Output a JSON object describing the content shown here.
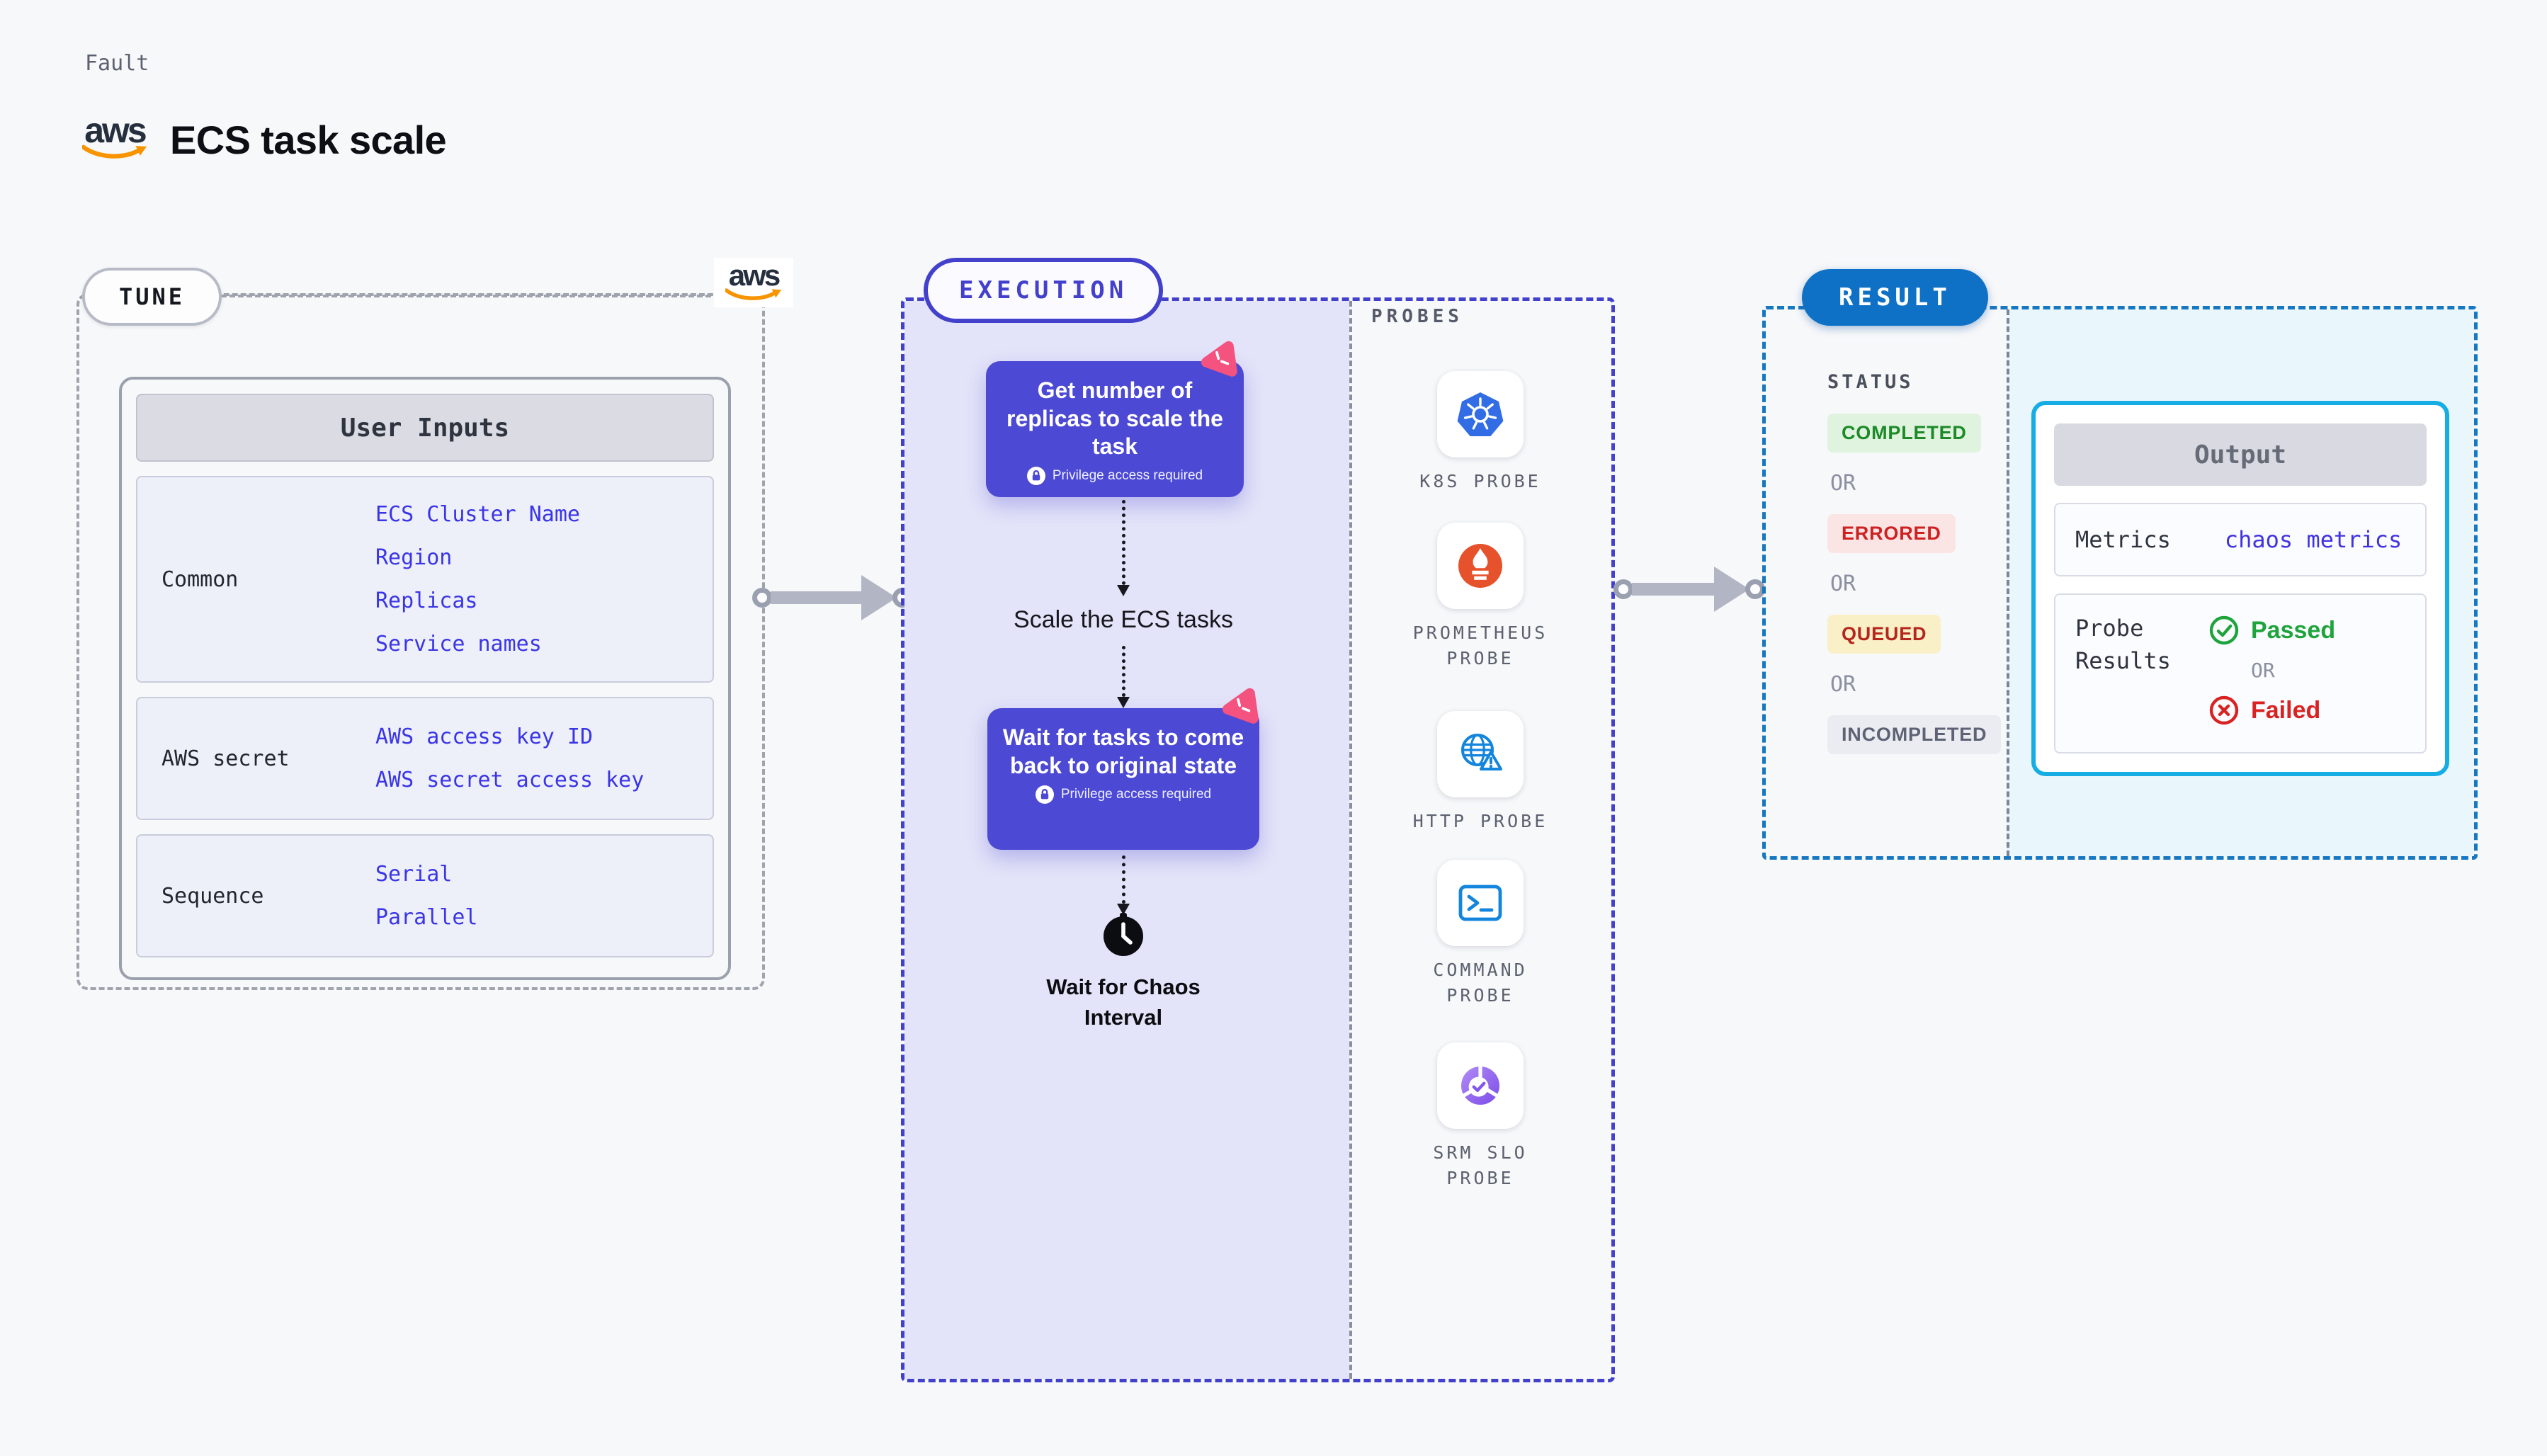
{
  "header": {
    "kicker": "Fault",
    "title": "ECS task scale",
    "aws_logo_text": "aws"
  },
  "tune": {
    "pill_label": "TUNE",
    "aws_logo_text": "aws",
    "table": {
      "header": "User Inputs",
      "groups": [
        {
          "label": "Common",
          "values": [
            "ECS Cluster Name",
            "Region",
            "Replicas",
            "Service names"
          ]
        },
        {
          "label": "AWS secret",
          "values": [
            "AWS access key ID",
            "AWS secret access key"
          ]
        },
        {
          "label": "Sequence",
          "values": [
            "Serial",
            "Parallel"
          ]
        }
      ]
    }
  },
  "execution": {
    "pill_label": "EXECUTION",
    "node1": {
      "title": "Get number of replicas to scale the task",
      "badge": "Privilege access required"
    },
    "step_label": "Scale the ECS tasks",
    "node2": {
      "title": "Wait for tasks to come back to original state",
      "badge": "Privilege access required"
    },
    "wait_label": "Wait for Chaos Interval"
  },
  "probes": {
    "heading": "PROBES",
    "items": [
      {
        "icon": "k8s-probe-icon",
        "label": "K8S PROBE"
      },
      {
        "icon": "prometheus-probe-icon",
        "label": "PROMETHEUS\nPROBE"
      },
      {
        "icon": "http-probe-icon",
        "label": "HTTP PROBE"
      },
      {
        "icon": "command-probe-icon",
        "label": "COMMAND\nPROBE"
      },
      {
        "icon": "srm-slo-probe-icon",
        "label": "SRM SLO\nPROBE"
      }
    ]
  },
  "result": {
    "pill_label": "RESULT",
    "status_heading": "STATUS",
    "or_label": "OR",
    "statuses": [
      {
        "label": "COMPLETED",
        "text_color": "#1d8a27",
        "bg_color": "#dff3df"
      },
      {
        "label": "ERRORED",
        "text_color": "#cd2222",
        "bg_color": "#fbe4e4"
      },
      {
        "label": "QUEUED",
        "text_color": "#b5261c",
        "bg_color": "#faf0c8"
      },
      {
        "label": "INCOMPLETED",
        "text_color": "#5d6374",
        "bg_color": "#ebecf2"
      }
    ],
    "output": {
      "header": "Output",
      "metrics_label": "Metrics",
      "metrics_value": "chaos metrics",
      "probe_results_label": "Probe Results",
      "passed_label": "Passed",
      "failed_label": "Failed"
    }
  },
  "colors": {
    "accent_indigo": "#4341cc",
    "node_bg": "#4c49d4",
    "result_blue": "#0e71c5",
    "output_border": "#16ade4",
    "input_value_blue": "#3a35e6",
    "passed_green": "#1fa43c",
    "failed_red": "#d92323",
    "aws_orange": "#f79400",
    "chaos_pink": "#f4527f",
    "k8s_blue": "#326de6",
    "prometheus_orange": "#e6522c",
    "http_blue": "#1485dc",
    "srm_purple": "#7c4ce8"
  }
}
